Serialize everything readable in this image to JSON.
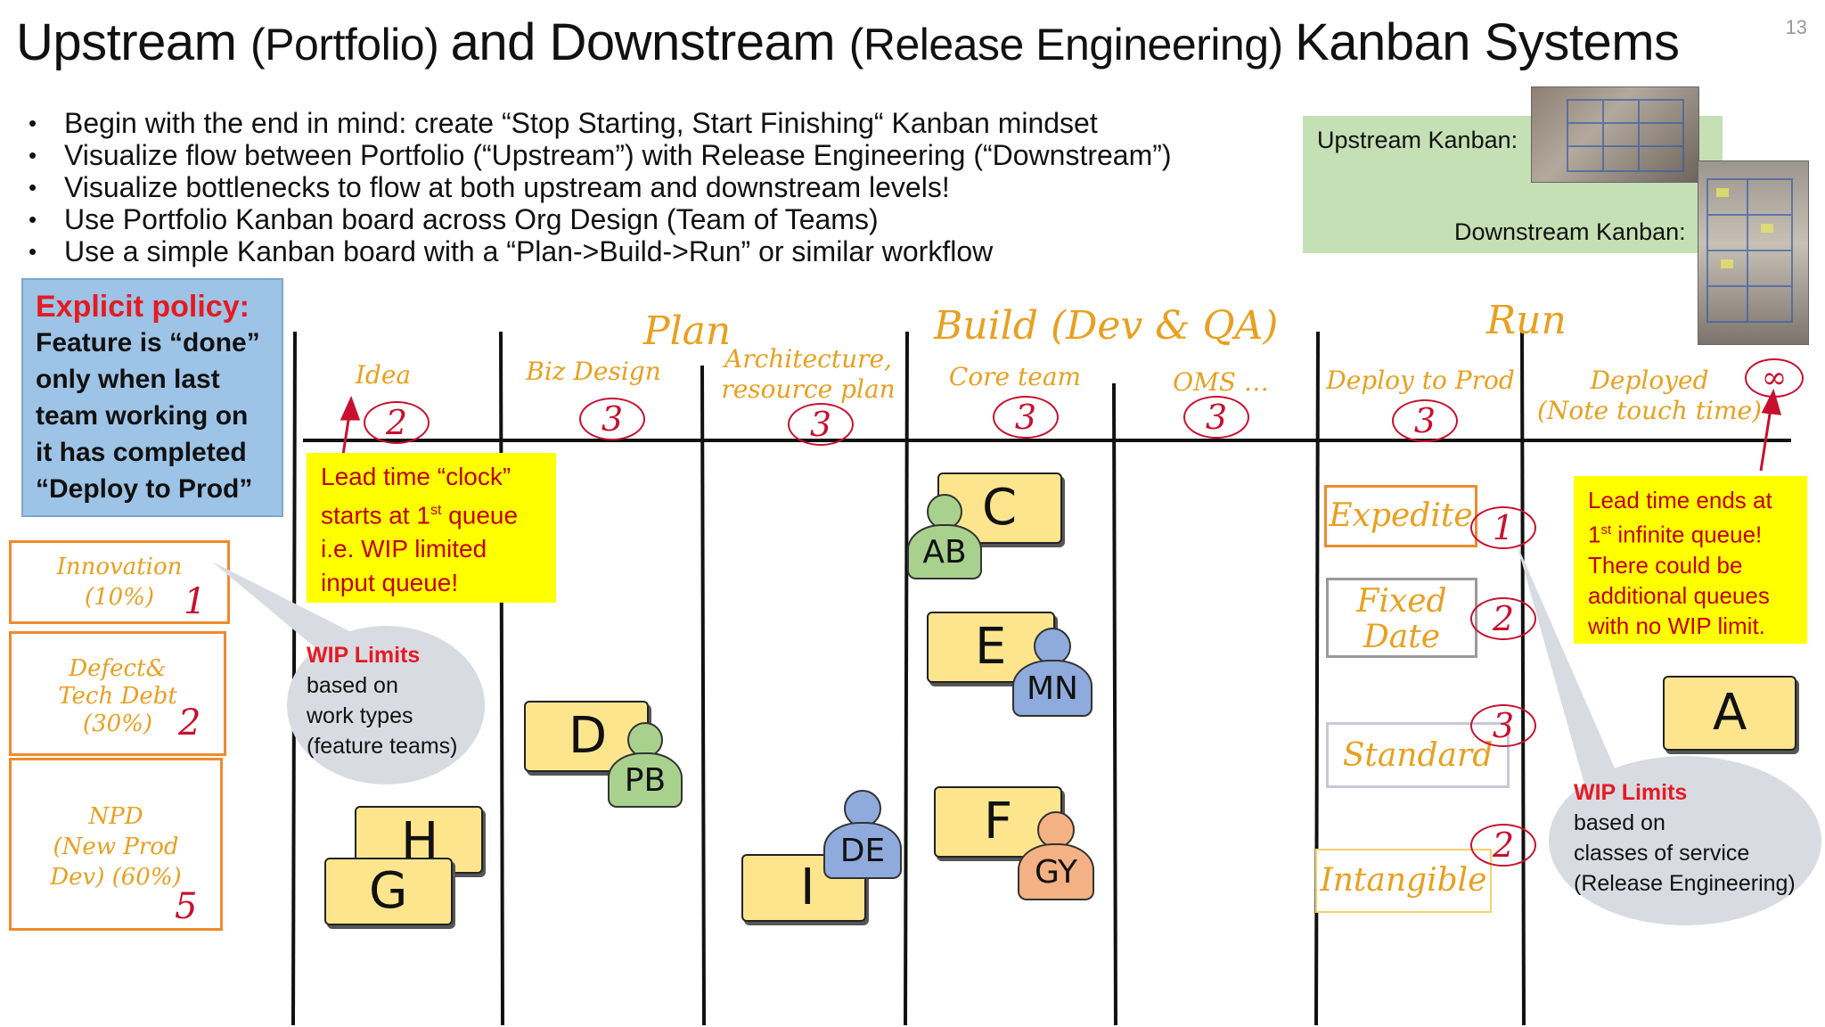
{
  "slide": {
    "title_main": "Upstream ",
    "title_p1": "(Portfolio) ",
    "title_mid": "and Downstream ",
    "title_p2": "(Release Engineering) ",
    "title_end": "Kanban Systems",
    "page_number": "13"
  },
  "bullets": [
    "Begin with the end in mind: create “Stop Starting, Start Finishing“ Kanban mindset",
    "Visualize flow between Portfolio (“Upstream”) with Release Engineering (“Downstream”)",
    "Visualize bottlenecks to flow at both upstream and downstream levels!",
    "Use Portfolio Kanban board across Org Design (Team of Teams)",
    "Use a simple Kanban board with a “Plan->Build->Run” or similar workflow"
  ],
  "inset": {
    "upstream_label": "Upstream Kanban:",
    "downstream_label": "Downstream Kanban:"
  },
  "policy": {
    "title": "Explicit policy:",
    "lines": [
      "Feature is “done”",
      "only when last",
      "team working on",
      "it has completed",
      "“Deploy to Prod”"
    ]
  },
  "board": {
    "phases": [
      "Plan",
      "Build (Dev & QA)",
      "Run"
    ],
    "columns": [
      {
        "name": "Idea",
        "wip": "2"
      },
      {
        "name": "Biz Design",
        "wip": "3"
      },
      {
        "name": "Architecture,",
        "name2": "resource plan",
        "wip": "3"
      },
      {
        "name": "Core team",
        "wip": "3"
      },
      {
        "name": "OMS …",
        "wip": "3"
      },
      {
        "name": "Deploy to Prod",
        "wip": "3"
      },
      {
        "name": "Deployed",
        "name2": "(Note touch time)",
        "wip": "∞"
      }
    ]
  },
  "lead_time_start": {
    "line1": "Lead time “clock”",
    "line2a": "starts at 1",
    "line2sup": "st",
    "line2b": " queue",
    "line3": "i.e. WIP limited",
    "line4": "input queue!"
  },
  "lead_time_end": {
    "line1": "Lead time ends at",
    "line2a": "1",
    "line2sup": "st",
    "line2b": " infinite queue!",
    "line3": "There could be",
    "line4": "additional queues",
    "line5": "with no WIP limit."
  },
  "work_types": [
    {
      "line1": "Innovation",
      "line2": "(10%)",
      "wip": "1"
    },
    {
      "line1": "Defect&",
      "line2": "Tech Debt",
      "line3": "(30%)",
      "wip": "2"
    },
    {
      "line1": "NPD",
      "line2": "(New Prod",
      "line3": "Dev) (60%)",
      "wip": "5"
    }
  ],
  "wip_bubble_left": {
    "title": "WIP Limits",
    "lines": [
      "based on",
      "work types",
      "(feature teams)"
    ]
  },
  "wip_bubble_right": {
    "title": "WIP Limits",
    "lines": [
      "based on",
      "classes of service",
      "(Release Engineering)"
    ]
  },
  "classes_of_service": [
    {
      "line1": "Expedite",
      "wip": "1"
    },
    {
      "line1": "Fixed",
      "line2": "Date",
      "wip": "2"
    },
    {
      "line1": "Standard",
      "wip": "3"
    },
    {
      "line1": "Intangible",
      "wip": "2"
    }
  ],
  "cards": {
    "h": "H",
    "g": "G",
    "d": "D",
    "i": "I",
    "c": "C",
    "e": "E",
    "f": "F",
    "a": "A"
  },
  "people": {
    "pb": "PB",
    "de": "DE",
    "ab": "AB",
    "mn": "MN",
    "gy": "GY"
  },
  "colors": {
    "accent_orange": "#e8a020",
    "wip_red": "#c8102e",
    "policy_blue": "#9dc3e6",
    "note_yellow": "#ffff00",
    "card_yellow": "#fde58d",
    "person_green": "#a9d18e",
    "person_blue": "#8faadc",
    "person_orange": "#f4b183"
  }
}
